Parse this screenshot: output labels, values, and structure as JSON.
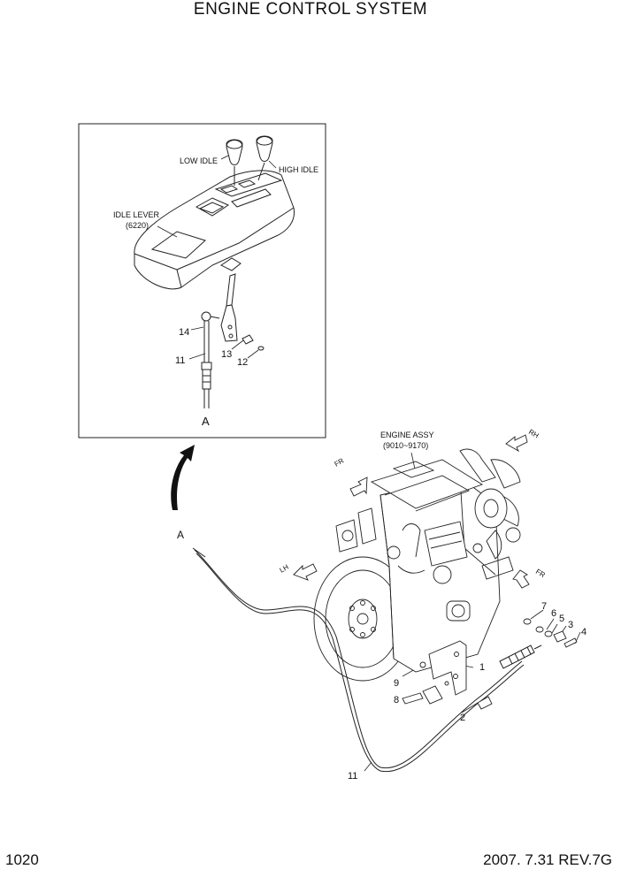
{
  "title": "ENGINE CONTROL SYSTEM",
  "page_number": "1020",
  "revision": "2007. 7.31 REV.7G",
  "inset_labels": {
    "low_idle": "LOW IDLE",
    "high_idle": "HIGH IDLE",
    "idle_lever_line1": "IDLE LEVER",
    "idle_lever_line2": "(6220)",
    "part_14": "14",
    "part_11_inset": "11",
    "part_13": "13",
    "part_12": "12",
    "connector_a_inset": "A"
  },
  "main_labels": {
    "engine_assy_line1": "ENGINE ASSY",
    "engine_assy_line2": "(9010~9170)",
    "connector_a": "A",
    "dir_rh": "RH",
    "dir_fr_top": "FR",
    "dir_lh": "LH",
    "dir_fr_right": "FR",
    "part_1": "1",
    "part_2": "2",
    "part_3": "3",
    "part_4": "4",
    "part_5": "5",
    "part_6": "6",
    "part_7": "7",
    "part_8": "8",
    "part_9": "9",
    "part_11": "11"
  }
}
